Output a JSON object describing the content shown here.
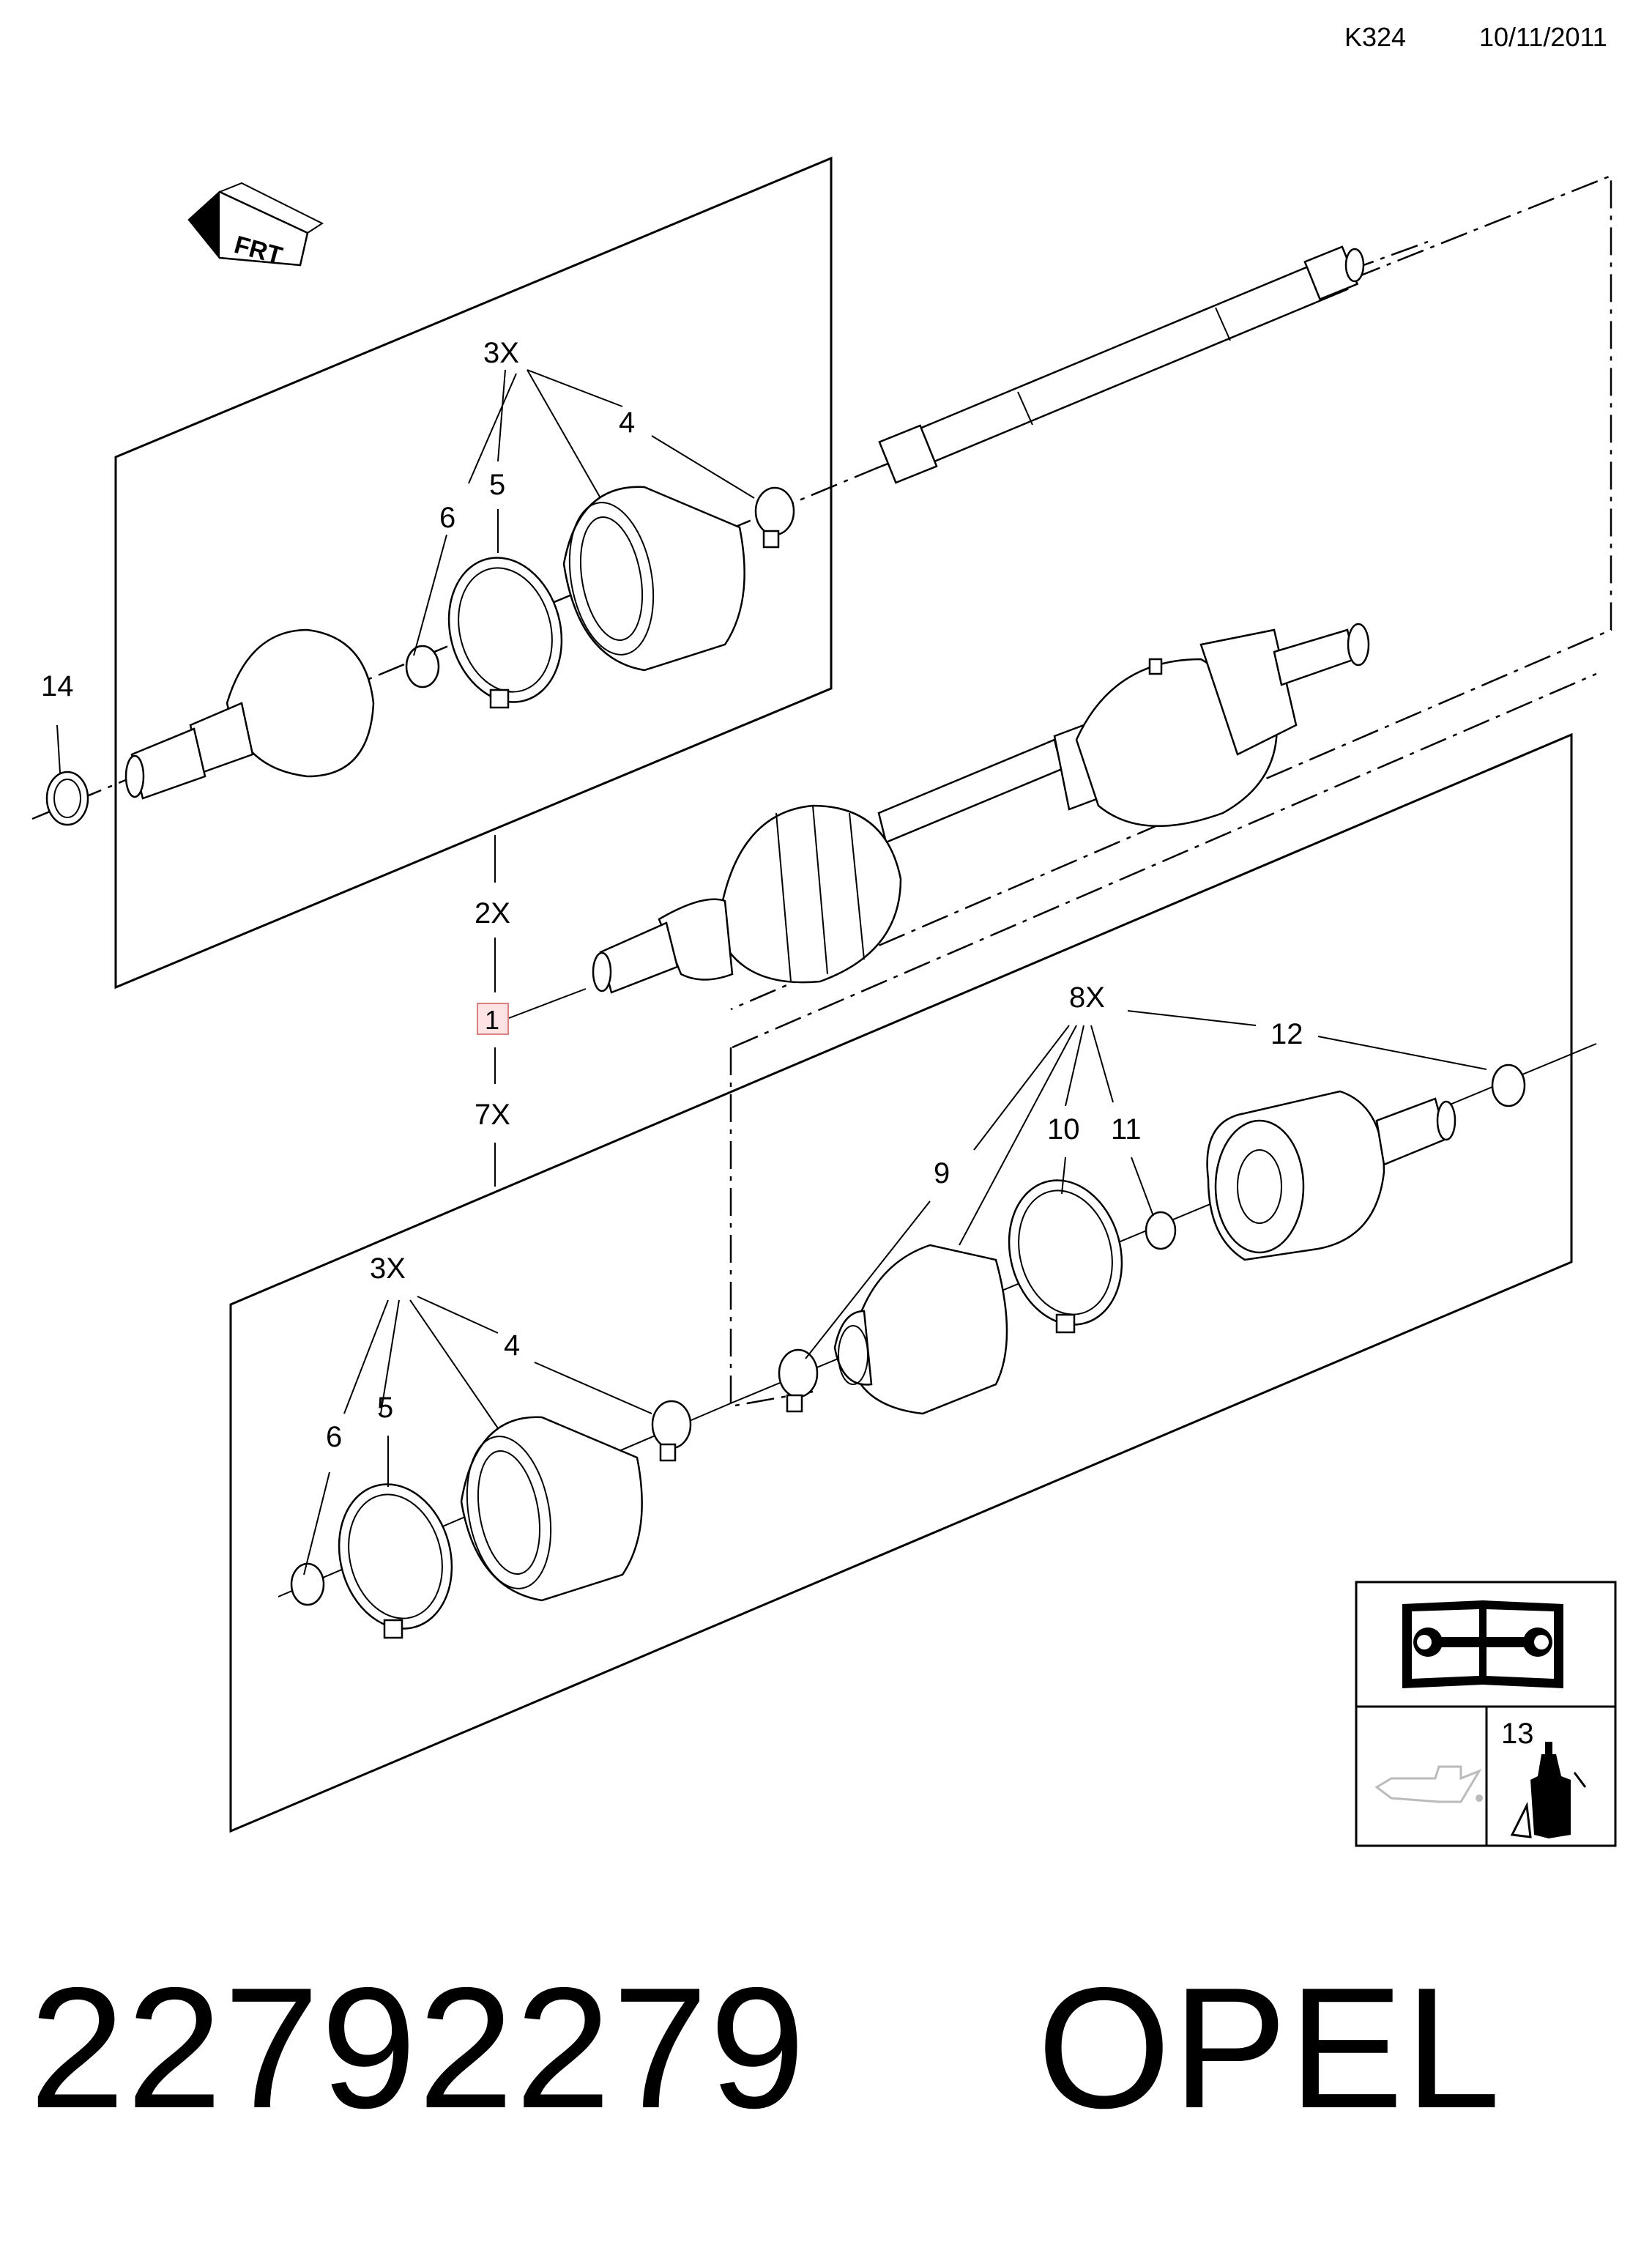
{
  "header": {
    "code": "K324",
    "date": "10/11/2011"
  },
  "callouts": {
    "qty_3x_top": "3X",
    "n4_top": "4",
    "n5_top": "5",
    "n6_top": "6",
    "n14": "14",
    "qty_2x": "2X",
    "n1": "1",
    "qty_7x": "7X",
    "qty_8x": "8X",
    "n12": "12",
    "n9": "9",
    "n10": "10",
    "n11": "11",
    "qty_3x_bottom": "3X",
    "n4_bottom": "4",
    "n5_bottom": "5",
    "n6_bottom": "6",
    "n13": "13"
  },
  "footer": {
    "part_number": "22792279",
    "brand": "OPEL"
  },
  "icons": [
    "front-direction-icon",
    "manual-wrench-icon",
    "oil-can-icon",
    "adhesive-bottle-icon"
  ],
  "colors": {
    "highlight_box_fill": "#fde3e3",
    "highlight_box_stroke": "#d98080"
  }
}
